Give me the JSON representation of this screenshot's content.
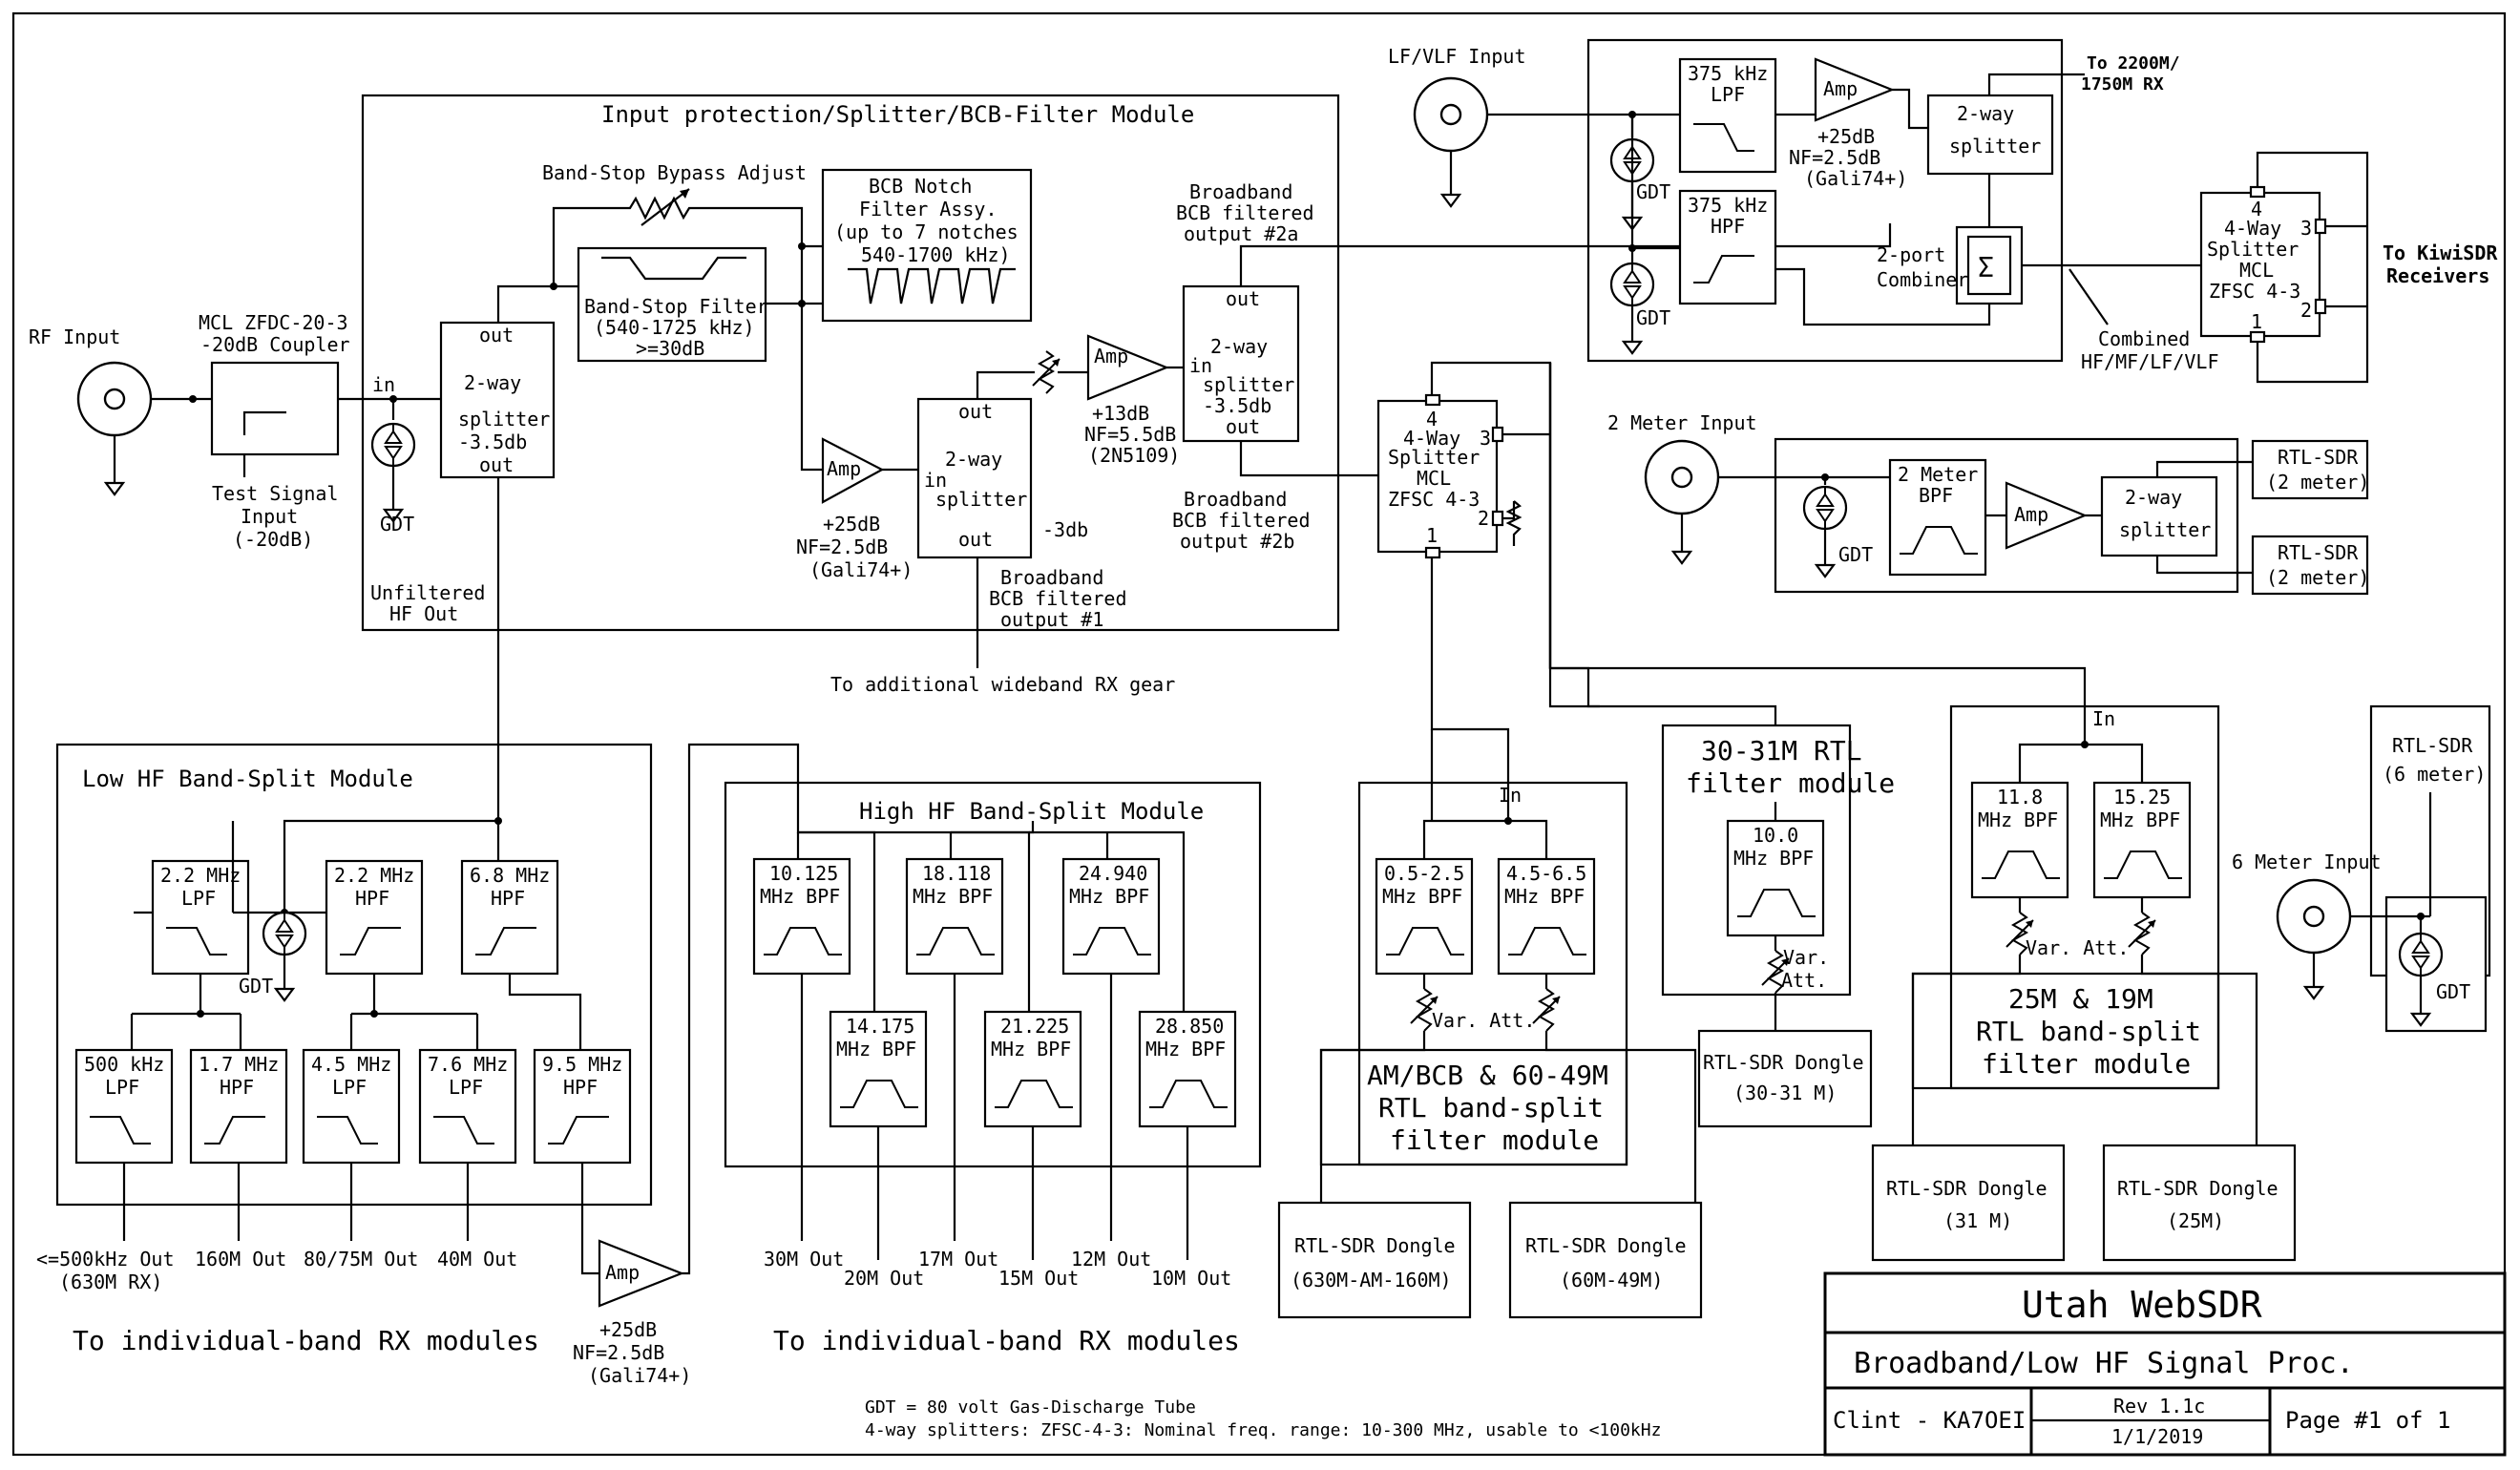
{
  "title_block": {
    "title": "Utah WebSDR",
    "subtitle": "Broadband/Low HF Signal Proc.",
    "author": "Clint - KA7OEI",
    "rev": "Rev 1.1c",
    "date": "1/1/2019",
    "page": "Page #1 of 1"
  },
  "notes": {
    "gdt": "GDT = 80 volt Gas-Discharge Tube",
    "splitters": "4-way splitters:  ZFSC-4-3:  Nominal freq. range: 10-300 MHz, usable to <100kHz"
  },
  "input": {
    "rf_input": "RF Input",
    "coupler": [
      "MCL ZFDC-20-3",
      "-20dB Coupler"
    ],
    "test_signal": [
      "Test Signal",
      "Input",
      "(-20dB)"
    ],
    "gdt": "GDT",
    "in_label": "in"
  },
  "protection_module": {
    "title": "Input protection/Splitter/BCB-Filter Module",
    "bypass_adjust": "Band-Stop Bypass Adjust",
    "band_stop": [
      "Band-Stop Filter",
      "(540-1725 kHz)",
      ">=30dB"
    ],
    "notch": [
      "BCB Notch",
      "Filter Assy.",
      "(up to 7 notches",
      "540-1700 kHz)"
    ],
    "splitter1": [
      "out",
      "2-way",
      "splitter",
      "-3.5db",
      "out"
    ],
    "unfiltered": [
      "Unfiltered",
      "HF Out"
    ],
    "amp": "Amp",
    "amp1_spec": [
      "+25dB",
      "NF=2.5dB",
      "(Gali74+)"
    ],
    "splitter2": [
      "out",
      "2-way",
      "in",
      "splitter",
      "out"
    ],
    "minus3db": "-3db",
    "output1": [
      "Broadband",
      "BCB filtered",
      "output #1"
    ],
    "amp2_spec": [
      "+13dB",
      "NF=5.5dB",
      "(2N5109)"
    ],
    "splitter3": [
      "out",
      "2-way",
      "in",
      "splitter",
      "-3.5db",
      "out"
    ],
    "output2a": [
      "Broadband",
      "BCB filtered",
      "output #2a"
    ],
    "output2b": [
      "Broadband",
      "BCB filtered",
      "output #2b"
    ],
    "wideband": "To additional wideband RX gear"
  },
  "lf_section": {
    "lf_input": "LF/VLF Input",
    "gdt": "GDT",
    "lpf": [
      "375 kHz",
      "LPF"
    ],
    "hpf": [
      "375 kHz",
      "HPF"
    ],
    "amp": "Amp",
    "amp_spec": [
      "+25dB",
      "NF=2.5dB",
      "(Gali74+)"
    ],
    "splitter": [
      "2-way",
      "splitter"
    ],
    "to_2200": [
      "To 2200M/",
      "1750M RX"
    ],
    "combiner": [
      "2-port",
      "Combiner"
    ],
    "sigma": "Σ",
    "combined": [
      "Combined",
      "HF/MF/LF/VLF"
    ],
    "kiwi_splitter": [
      "4",
      "4-Way",
      "3",
      "Splitter",
      "MCL",
      "ZFSC 4-3",
      "2",
      "1"
    ],
    "kiwisdr": [
      "To KiwiSDR",
      "Receivers"
    ]
  },
  "four_way": [
    "4",
    "4-Way",
    "3",
    "Splitter",
    "MCL",
    "ZFSC 4-3",
    "2",
    "1"
  ],
  "two_meter": {
    "input": "2 Meter Input",
    "gdt": "GDT",
    "bpf": [
      "2 Meter",
      "BPF"
    ],
    "amp": "Amp",
    "splitter": [
      "2-way",
      "splitter"
    ],
    "rtl1": [
      "RTL-SDR",
      "(2 meter)"
    ],
    "rtl2": [
      "RTL-SDR",
      "(2 meter)"
    ]
  },
  "low_hf": {
    "title": "Low HF Band-Split Module",
    "lpf22": [
      "2.2 MHz",
      "LPF"
    ],
    "hpf22": [
      "2.2 MHz",
      "HPF"
    ],
    "hpf68": [
      "6.8 MHz",
      "HPF"
    ],
    "gdt": "GDT",
    "f500": [
      "500 kHz",
      "LPF"
    ],
    "f17": [
      "1.7 MHz",
      "HPF"
    ],
    "f45": [
      "4.5 MHz",
      "LPF"
    ],
    "f76": [
      "7.6 MHz",
      "LPF"
    ],
    "f95": [
      "9.5 MHz",
      "HPF"
    ],
    "outs": [
      "<=500kHz Out",
      "160M Out",
      "80/75M Out",
      "40M Out"
    ],
    "out630": "(630M RX)",
    "to_rx": "To individual-band RX modules",
    "amp": "Amp",
    "amp_spec": [
      "+25dB",
      "NF=2.5dB",
      "(Gali74+)"
    ]
  },
  "high_hf": {
    "title": "High HF Band-Split Module",
    "filters_top": [
      [
        "10.125",
        "MHz BPF"
      ],
      [
        "18.118",
        "MHz BPF"
      ],
      [
        "24.940",
        "MHz BPF"
      ]
    ],
    "filters_bot": [
      [
        "14.175",
        "MHz BPF"
      ],
      [
        "21.225",
        "MHz BPF"
      ],
      [
        "28.850",
        "MHz BPF"
      ]
    ],
    "outs_top": [
      "30M Out",
      "17M Out",
      "12M Out"
    ],
    "outs_bot": [
      "20M Out",
      "15M Out",
      "10M Out"
    ],
    "to_rx": "To individual-band RX modules"
  },
  "am_module": {
    "in": "In",
    "f1": [
      "0.5-2.5",
      "MHz BPF"
    ],
    "f2": [
      "4.5-6.5",
      "MHz BPF"
    ],
    "att": "Var. Att.",
    "title": [
      "AM/BCB & 60-49M",
      "RTL band-split",
      "filter module"
    ],
    "dongle1": [
      "RTL-SDR Dongle",
      "(630M-AM-160M)"
    ],
    "dongle2": [
      "RTL-SDR Dongle",
      "(60M-49M)"
    ]
  },
  "m30_module": {
    "title": [
      "30-31M RTL",
      "filter module"
    ],
    "filter": [
      "10.0",
      "MHz BPF"
    ],
    "att": [
      "Var.",
      "Att."
    ],
    "dongle": [
      "RTL-SDR Dongle",
      "(30-31 M)"
    ]
  },
  "m25_module": {
    "in": "In",
    "f1": [
      "11.8",
      "MHz BPF"
    ],
    "f2": [
      "15.25",
      "MHz BPF"
    ],
    "att": "Var. Att.",
    "title": [
      "25M & 19M",
      "RTL band-split",
      "filter module"
    ],
    "dongle1": [
      "RTL-SDR Dongle",
      "(31 M)"
    ],
    "dongle2": [
      "RTL-SDR Dongle",
      "(25M)"
    ]
  },
  "six_meter": {
    "input": "6 Meter Input",
    "rtl": [
      "RTL-SDR",
      "(6 meter)"
    ],
    "gdt": "GDT"
  }
}
